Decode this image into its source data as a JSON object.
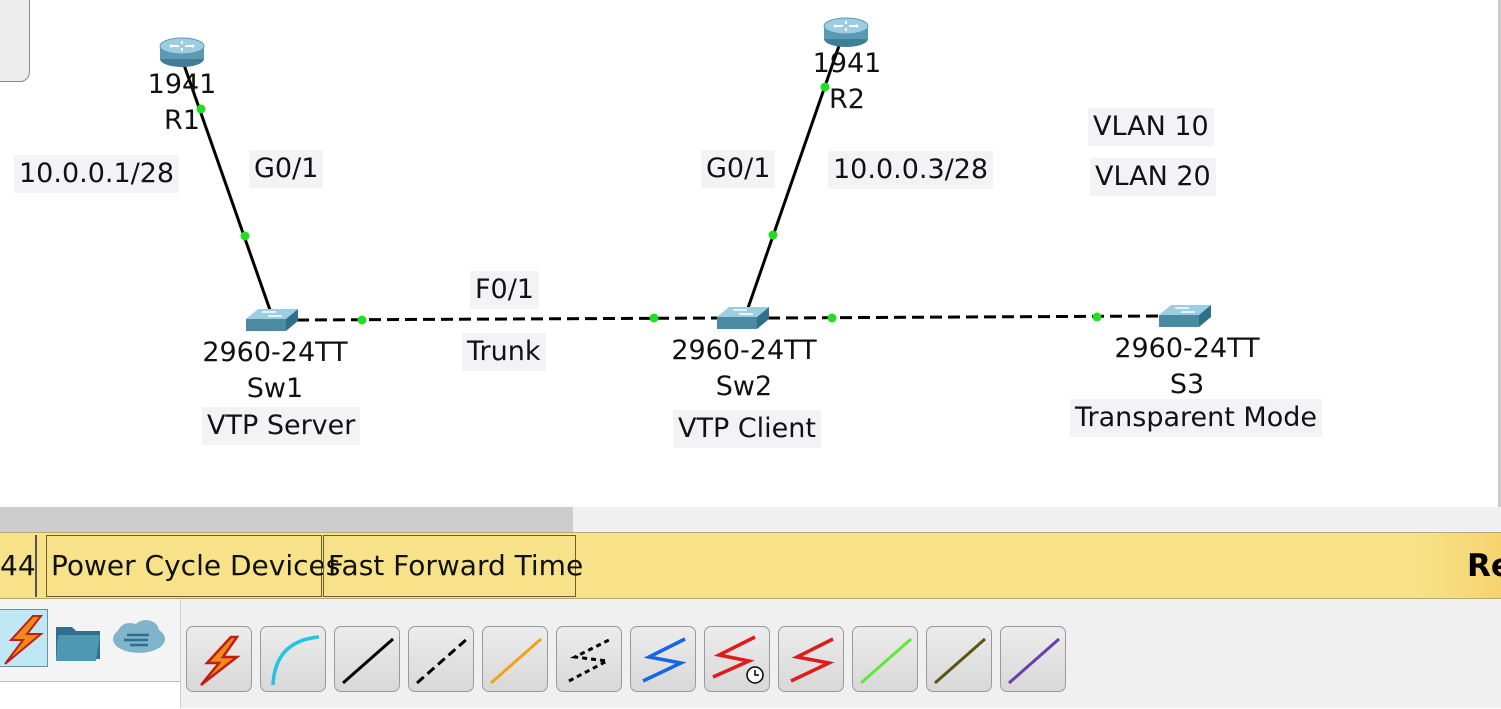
{
  "topology": {
    "routers": [
      {
        "id": "r1",
        "model": "1941",
        "name": "R1"
      },
      {
        "id": "r2",
        "model": "1941",
        "name": "R2"
      }
    ],
    "switches": [
      {
        "id": "sw1",
        "model": "2960-24TT",
        "name": "Sw1",
        "role": "VTP Server"
      },
      {
        "id": "sw2",
        "model": "2960-24TT",
        "name": "Sw2",
        "role": "VTP Client"
      },
      {
        "id": "s3",
        "model": "2960-24TT",
        "name": "S3",
        "role": "Transparent Mode"
      }
    ],
    "notes": {
      "r1_ip": "10.0.0.1/28",
      "r1_port": "G0/1",
      "r2_port": "G0/1",
      "r2_ip": "10.0.0.3/28",
      "trunk_port": "F0/1",
      "trunk": "Trunk",
      "vlan10": "VLAN 10",
      "vlan20": "VLAN 20"
    },
    "colors": {
      "link": "#000000",
      "link_light": "#22dd22"
    }
  },
  "realtime_bar": {
    "clock_fragment": "44",
    "power_cycle": "Power Cycle Devices",
    "fast_forward": "Fast Forward Time",
    "mode_fragment": "Re"
  },
  "device_palette": {
    "categories": [
      "connections-icon",
      "end-devices-folder-icon",
      "wan-cloud-icon"
    ],
    "connections": [
      "automatic-connection-icon",
      "console-cable-icon",
      "copper-straight-through-icon",
      "copper-cross-over-icon",
      "fiber-icon",
      "phone-cable-icon",
      "coaxial-icon",
      "serial-dce-icon",
      "serial-dte-icon",
      "octal-cable-icon",
      "iot-custom-cable-icon",
      "usb-cable-icon"
    ]
  }
}
